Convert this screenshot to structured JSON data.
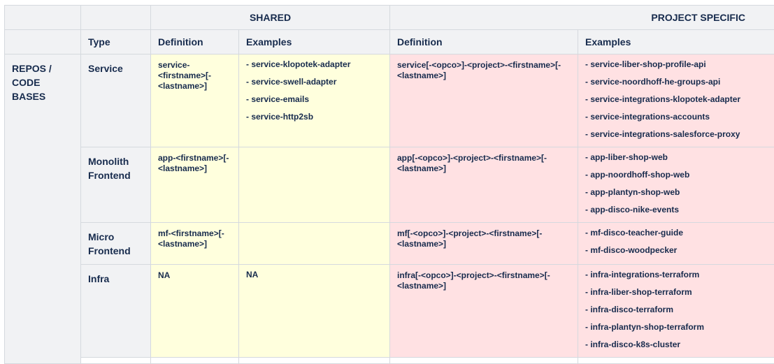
{
  "header": {
    "shared": "SHARED",
    "project_specific": "PROJECT SPECIFIC"
  },
  "subheader": {
    "type": "Type",
    "definition_shared": "Definition",
    "examples_shared": "Examples",
    "definition_project": "Definition",
    "examples_project": "Examples"
  },
  "category": "REPOS / CODE BASES",
  "rows": [
    {
      "type": "Service",
      "shared_definition": "service-<firstname>[-<lastname>]",
      "shared_examples": [
        "- service-klopotek-adapter",
        "- service-swell-adapter",
        "- service-emails",
        "- service-http2sb"
      ],
      "project_definition": "service[-<opco>]-<project>-<firstname>[-<lastname>]",
      "project_examples": [
        "- service-liber-shop-profile-api",
        "- service-noordhoff-he-groups-api",
        "- service-integrations-klopotek-adapter",
        "- service-integrations-accounts",
        "- service-integrations-salesforce-proxy"
      ]
    },
    {
      "type": "Monolith Frontend",
      "shared_definition": "app-<firstname>[-<lastname>]",
      "shared_examples": [],
      "project_definition": "app[-<opco>]-<project>-<firstname>[-<lastname>]",
      "project_examples": [
        "- app-liber-shop-web",
        "- app-noordhoff-shop-web",
        "- app-plantyn-shop-web",
        "- app-disco-nike-events"
      ]
    },
    {
      "type": "Micro Frontend",
      "shared_definition": "mf-<firstname>[-<lastname>]",
      "shared_examples": [],
      "project_definition": "mf[-<opco>]-<project>-<firstname>[-<lastname>]",
      "project_examples": [
        "- mf-disco-teacher-guide",
        "- mf-disco-woodpecker"
      ]
    },
    {
      "type": "Infra",
      "shared_definition": "NA",
      "shared_examples": [
        "NA"
      ],
      "project_definition": "infra[-<opco>]-<project>-<firstname>[-<lastname>]",
      "project_examples": [
        "- infra-integrations-terraform",
        "- infra-liber-shop-terraform",
        "- infra-disco-terraform",
        "- infra-plantyn-shop-terraform",
        "- infra-disco-k8s-cluster"
      ]
    }
  ]
}
